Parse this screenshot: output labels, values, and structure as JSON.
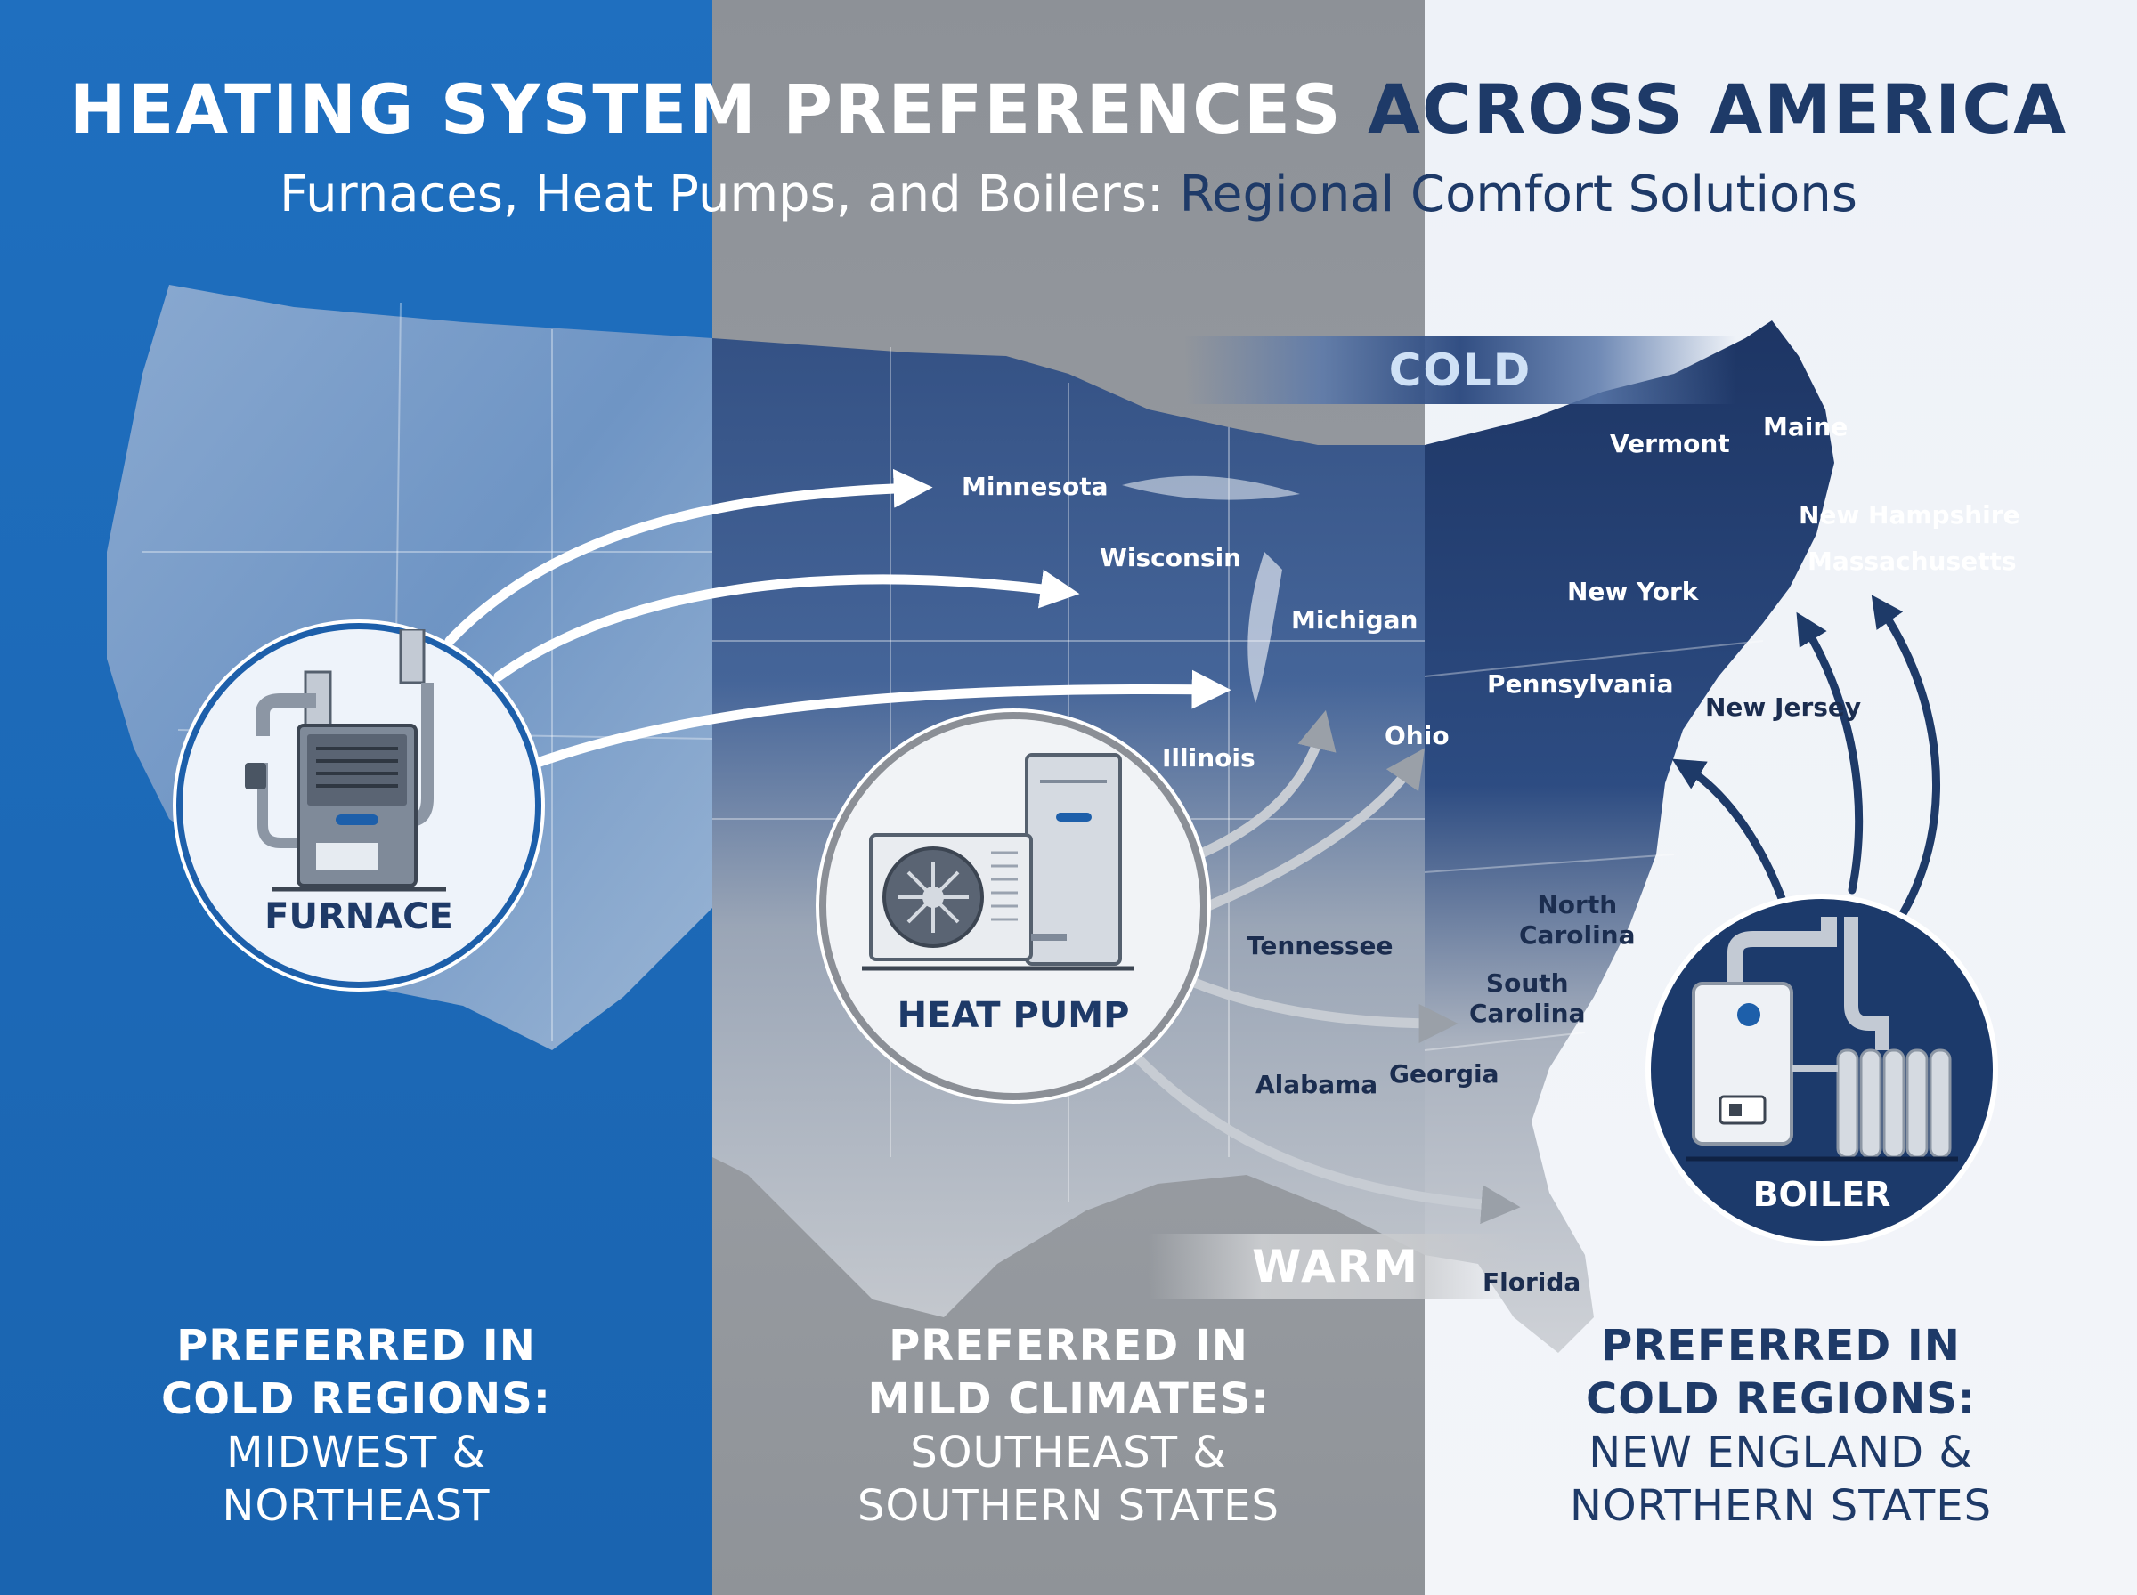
{
  "header": {
    "title_light": "HEATING SYSTEM PREFERENCES",
    "title_dark": "ACROSS AMERICA",
    "subtitle_light": "Furnaces, Heat Pumps, and Boilers:",
    "subtitle_dark": "Regional Comfort Solutions"
  },
  "zones": {
    "cold": "COLD",
    "warm": "WARM"
  },
  "devices": {
    "furnace": "FURNACE",
    "heat_pump": "HEAT PUMP",
    "boiler": "BOILER"
  },
  "states": {
    "minnesota": "Minnesota",
    "wisconsin": "Wisconsin",
    "michigan": "Michigan",
    "illinois": "Illinois",
    "ohio": "Ohio",
    "pennsylvania": "Pennsylvania",
    "new_york": "New York",
    "vermont": "Vermont",
    "maine": "Maine",
    "new_hampshire": "New Hampshire",
    "massachusetts": "Massachusetts",
    "new_jersey": "New Jersey",
    "tennessee": "Tennessee",
    "north_carolina_1": "North",
    "north_carolina_2": "Carolina",
    "south_carolina_1": "South",
    "south_carolina_2": "Carolina",
    "alabama": "Alabama",
    "georgia": "Georgia",
    "florida": "Florida"
  },
  "captions": {
    "left": {
      "head1": "PREFERRED IN",
      "head2": "COLD REGIONS:",
      "sub1": "MIDWEST &",
      "sub2": "NORTHEAST"
    },
    "mid": {
      "head1": "PREFERRED IN",
      "head2": "MILD CLIMATES:",
      "sub1": "SOUTHEAST &",
      "sub2": "SOUTHERN STATES"
    },
    "right": {
      "head1": "PREFERRED IN",
      "head2": "COLD REGIONS:",
      "sub1": "NEW ENGLAND &",
      "sub2": "NORTHERN STATES"
    }
  },
  "colors": {
    "blue_panel": "#1f6fbf",
    "gray_panel": "#8d9197",
    "light_panel": "#eef2f8",
    "navy": "#1e3a68"
  }
}
